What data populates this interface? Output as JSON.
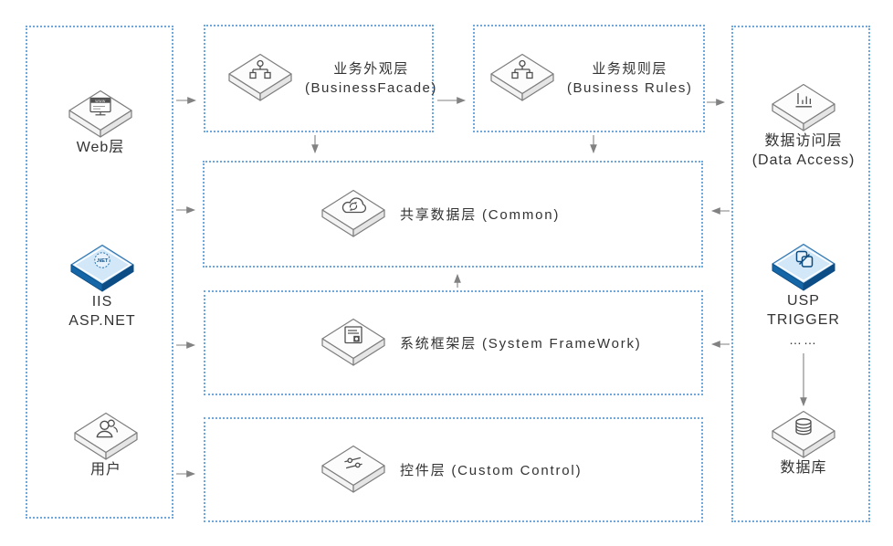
{
  "colors": {
    "background": "#ffffff",
    "dashed_border": "#6fa7dd",
    "arrow": "#828282",
    "text": "#333333",
    "gray_icon_top": "#fcfcfc",
    "gray_icon_stroke": "#7d7d7d",
    "blue_icon_top": "#d2e7f8",
    "blue_icon_left_side": "#1566a6",
    "blue_icon_right_side": "#0c4d85"
  },
  "left_column": {
    "web": {
      "label": "Web层",
      "icon": "web-layer-icon"
    },
    "iis": {
      "line1": "IIS",
      "line2": "ASP.NET",
      "icon": "dotnet-globe-icon"
    },
    "user": {
      "label": "用户",
      "icon": "user-icon"
    }
  },
  "layers": {
    "facade": {
      "line1": "业务外观层",
      "line2": "(BusinessFacade)",
      "icon": "sitemap-icon"
    },
    "rules": {
      "line1": "业务规则层",
      "line2": "(Business Rules)",
      "icon": "sitemap-icon"
    },
    "common": {
      "label": "共享数据层 (Common)",
      "icon": "cloud-sync-icon"
    },
    "framework": {
      "label": "系统框架层 (System FrameWork)",
      "icon": "form-document-icon"
    },
    "control": {
      "label": "控件层 (Custom Control)",
      "icon": "sliders-icon"
    }
  },
  "right_column": {
    "data_access": {
      "line1": "数据访问层",
      "line2": "(Data Access)",
      "icon": "bar-chart-icon"
    },
    "usp": {
      "line1": "USP",
      "line2": "TRIGGER",
      "line3": "……",
      "icon": "pages-icon"
    },
    "database": {
      "label": "数据库",
      "icon": "database-icon"
    }
  }
}
